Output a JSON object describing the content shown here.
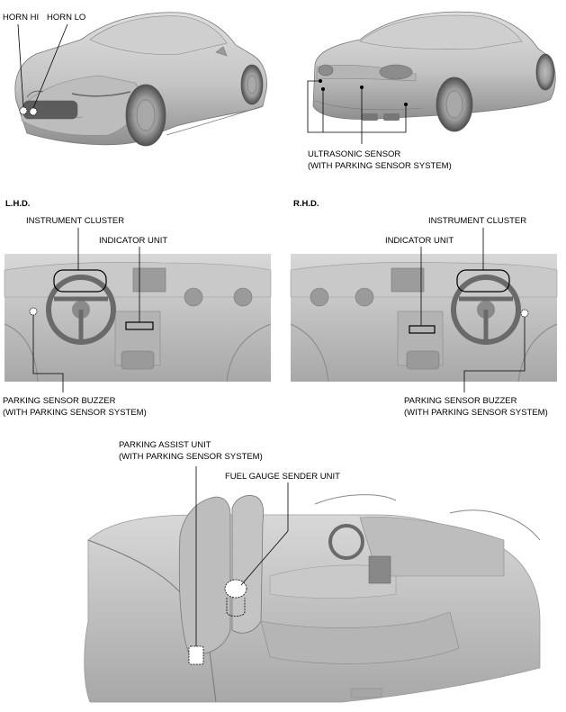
{
  "labels": {
    "horn_hi": "HORN HI",
    "horn_lo": "HORN LO",
    "ultrasonic_sensor_1": "ULTRASONIC SENSOR",
    "ultrasonic_sensor_2": "(WITH PARKING SENSOR SYSTEM)",
    "lhd": "L.H.D.",
    "rhd": "R.H.D.",
    "instrument_cluster_l": "INSTRUMENT CLUSTER",
    "indicator_unit_l": "INDICATOR UNIT",
    "instrument_cluster_r": "INSTRUMENT CLUSTER",
    "indicator_unit_r": "INDICATOR UNIT",
    "buzzer_l_1": "PARKING SENSOR BUZZER",
    "buzzer_l_2": "(WITH PARKING SENSOR SYSTEM)",
    "buzzer_r_1": "PARKING SENSOR BUZZER",
    "buzzer_r_2": "(WITH PARKING SENSOR SYSTEM)",
    "assist_unit_1": "PARKING ASSIST UNIT",
    "assist_unit_2": "(WITH PARKING SENSOR SYSTEM)",
    "fuel_gauge": "FUEL GAUGE SENDER UNIT"
  },
  "colors": {
    "line": "#000000",
    "body_light": "#e6e6e6",
    "body_mid": "#bdbdbd",
    "body_dark": "#8a8a8a",
    "outline": "#6e6e6e"
  }
}
